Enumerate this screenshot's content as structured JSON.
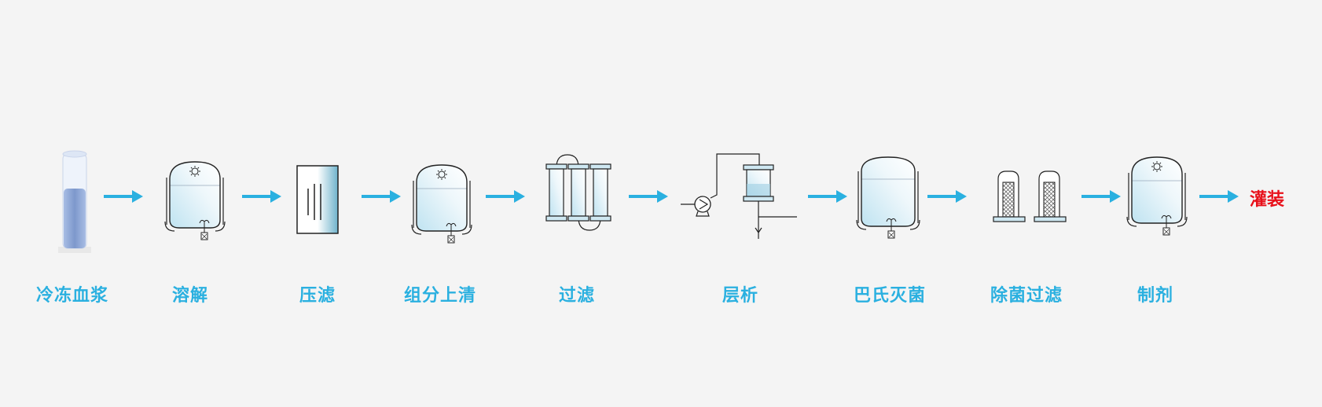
{
  "colors": {
    "background": "#f4f4f4",
    "label": "#2ab0e0",
    "arrow": "#2ab0e0",
    "final_label": "#e8101a",
    "liquid": "#8aa6d6",
    "vessel_fill": "#d9eef6"
  },
  "steps": [
    {
      "label": "冷冻血浆",
      "icon": "test-tube-icon"
    },
    {
      "label": "溶解",
      "icon": "reactor-tank-icon"
    },
    {
      "label": "压滤",
      "icon": "filter-press-icon"
    },
    {
      "label": "组分上清",
      "icon": "reactor-tank-icon"
    },
    {
      "label": "过滤",
      "icon": "filter-columns-icon"
    },
    {
      "label": "层析",
      "icon": "chromatography-icon"
    },
    {
      "label": "巴氏灭菌",
      "icon": "reactor-tank-icon"
    },
    {
      "label": "除菌过滤",
      "icon": "sterile-filter-icon"
    },
    {
      "label": "制剂",
      "icon": "reactor-tank-icon"
    }
  ],
  "final_step": {
    "label": "灌装"
  }
}
